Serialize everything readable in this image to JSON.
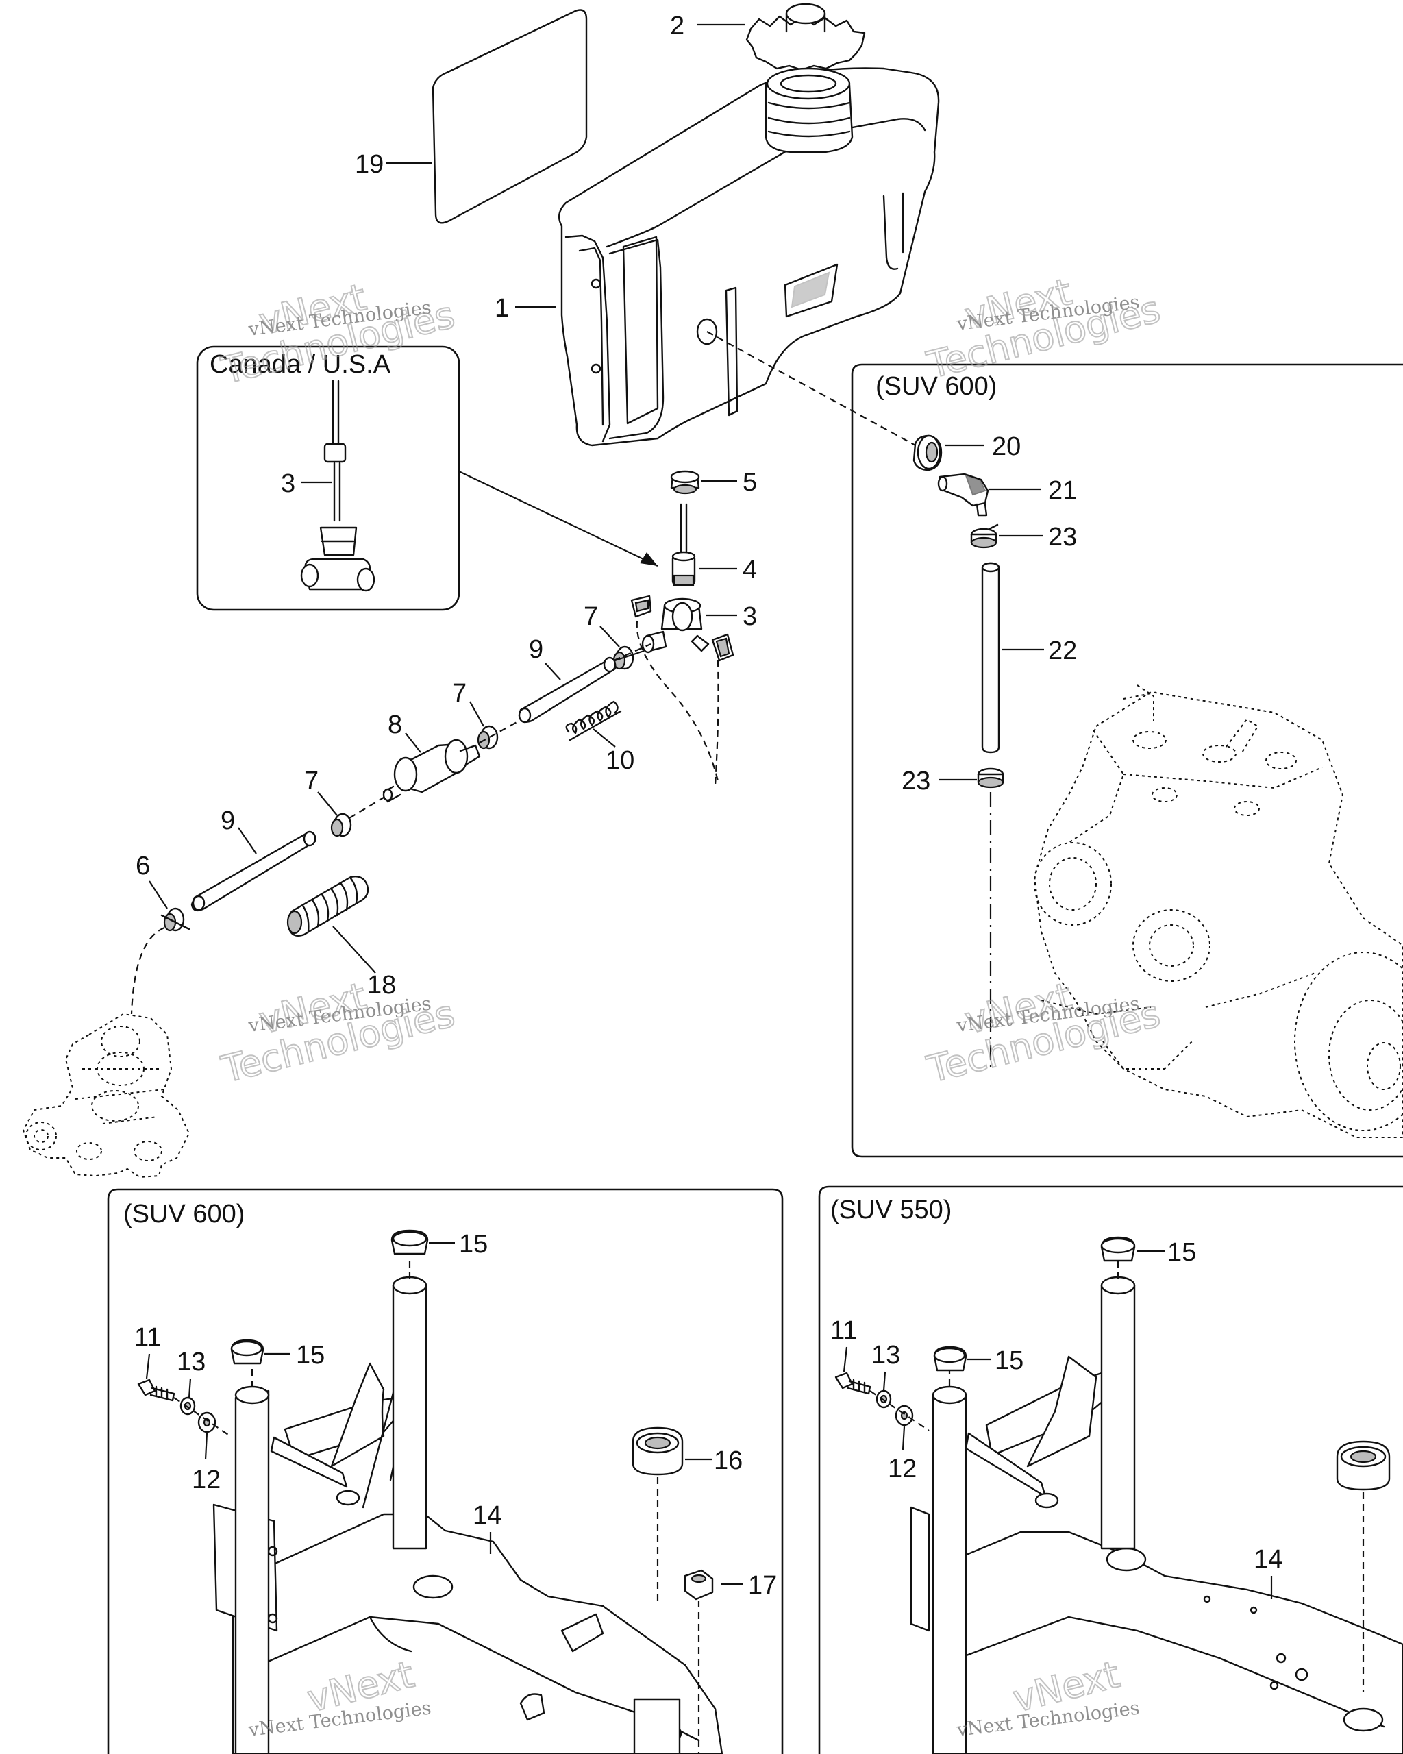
{
  "callouts": {
    "c1": "1",
    "c2": "2",
    "c3a": "3",
    "c3b": "3",
    "c4": "4",
    "c5": "5",
    "c6": "6",
    "c7a": "7",
    "c7b": "7",
    "c7c": "7",
    "c8": "8",
    "c9a": "9",
    "c9b": "9",
    "c10": "10",
    "c11a": "11",
    "c11b": "11",
    "c12a": "12",
    "c12b": "12",
    "c13a": "13",
    "c13b": "13",
    "c14a": "14",
    "c14b": "14",
    "c15a": "15",
    "c15b": "15",
    "c15c": "15",
    "c15d": "15",
    "c16": "16",
    "c17": "17",
    "c18": "18",
    "c19": "19",
    "c20": "20",
    "c21": "21",
    "c22": "22",
    "c23a": "23",
    "c23b": "23"
  },
  "boxes": {
    "inset": {
      "title": "Canada / U.S.A"
    },
    "suv600_engine": {
      "title": "(SUV 600)"
    },
    "suv600_frame": {
      "title": "(SUV 600)"
    },
    "suv550_frame": {
      "title": "(SUV 550)"
    }
  },
  "watermarks": {
    "small": "vNext Technologies",
    "big_line1": "vNext",
    "big_line2": "Technologies"
  }
}
